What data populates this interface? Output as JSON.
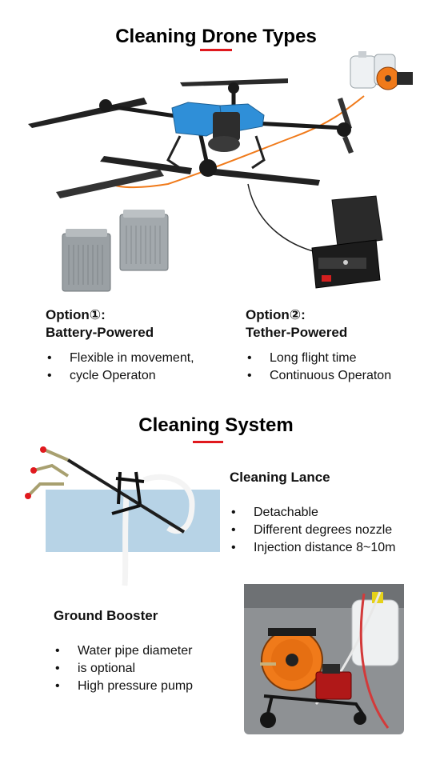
{
  "drone_section": {
    "title": "Cleaning Drone Types",
    "option1": {
      "prefix": "Option",
      "marker": "①",
      "suffix": ":",
      "name": "Battery-Powered",
      "bullets": [
        "Flexible in movement,",
        "cycle Operaton"
      ]
    },
    "option2": {
      "prefix": "Option",
      "marker": "②",
      "suffix": ":",
      "name": "Tether-Powered",
      "bullets": [
        "Long flight time",
        "Continuous Operaton"
      ]
    }
  },
  "system_section": {
    "title": "Cleaning System",
    "lance": {
      "heading": "Cleaning Lance",
      "bullets": [
        "Detachable",
        "Different degrees nozzle",
        "Injection distance 8~10m"
      ]
    },
    "booster": {
      "heading": "Ground Booster",
      "bullets": [
        "Water pipe diameter",
        "is optional",
        "High pressure pump"
      ]
    }
  },
  "colors": {
    "accent": "#e0191e",
    "drone_blue": "#2f8fd8",
    "hose_orange": "#f07a1a",
    "lance_panel": "#b7d3e6"
  }
}
